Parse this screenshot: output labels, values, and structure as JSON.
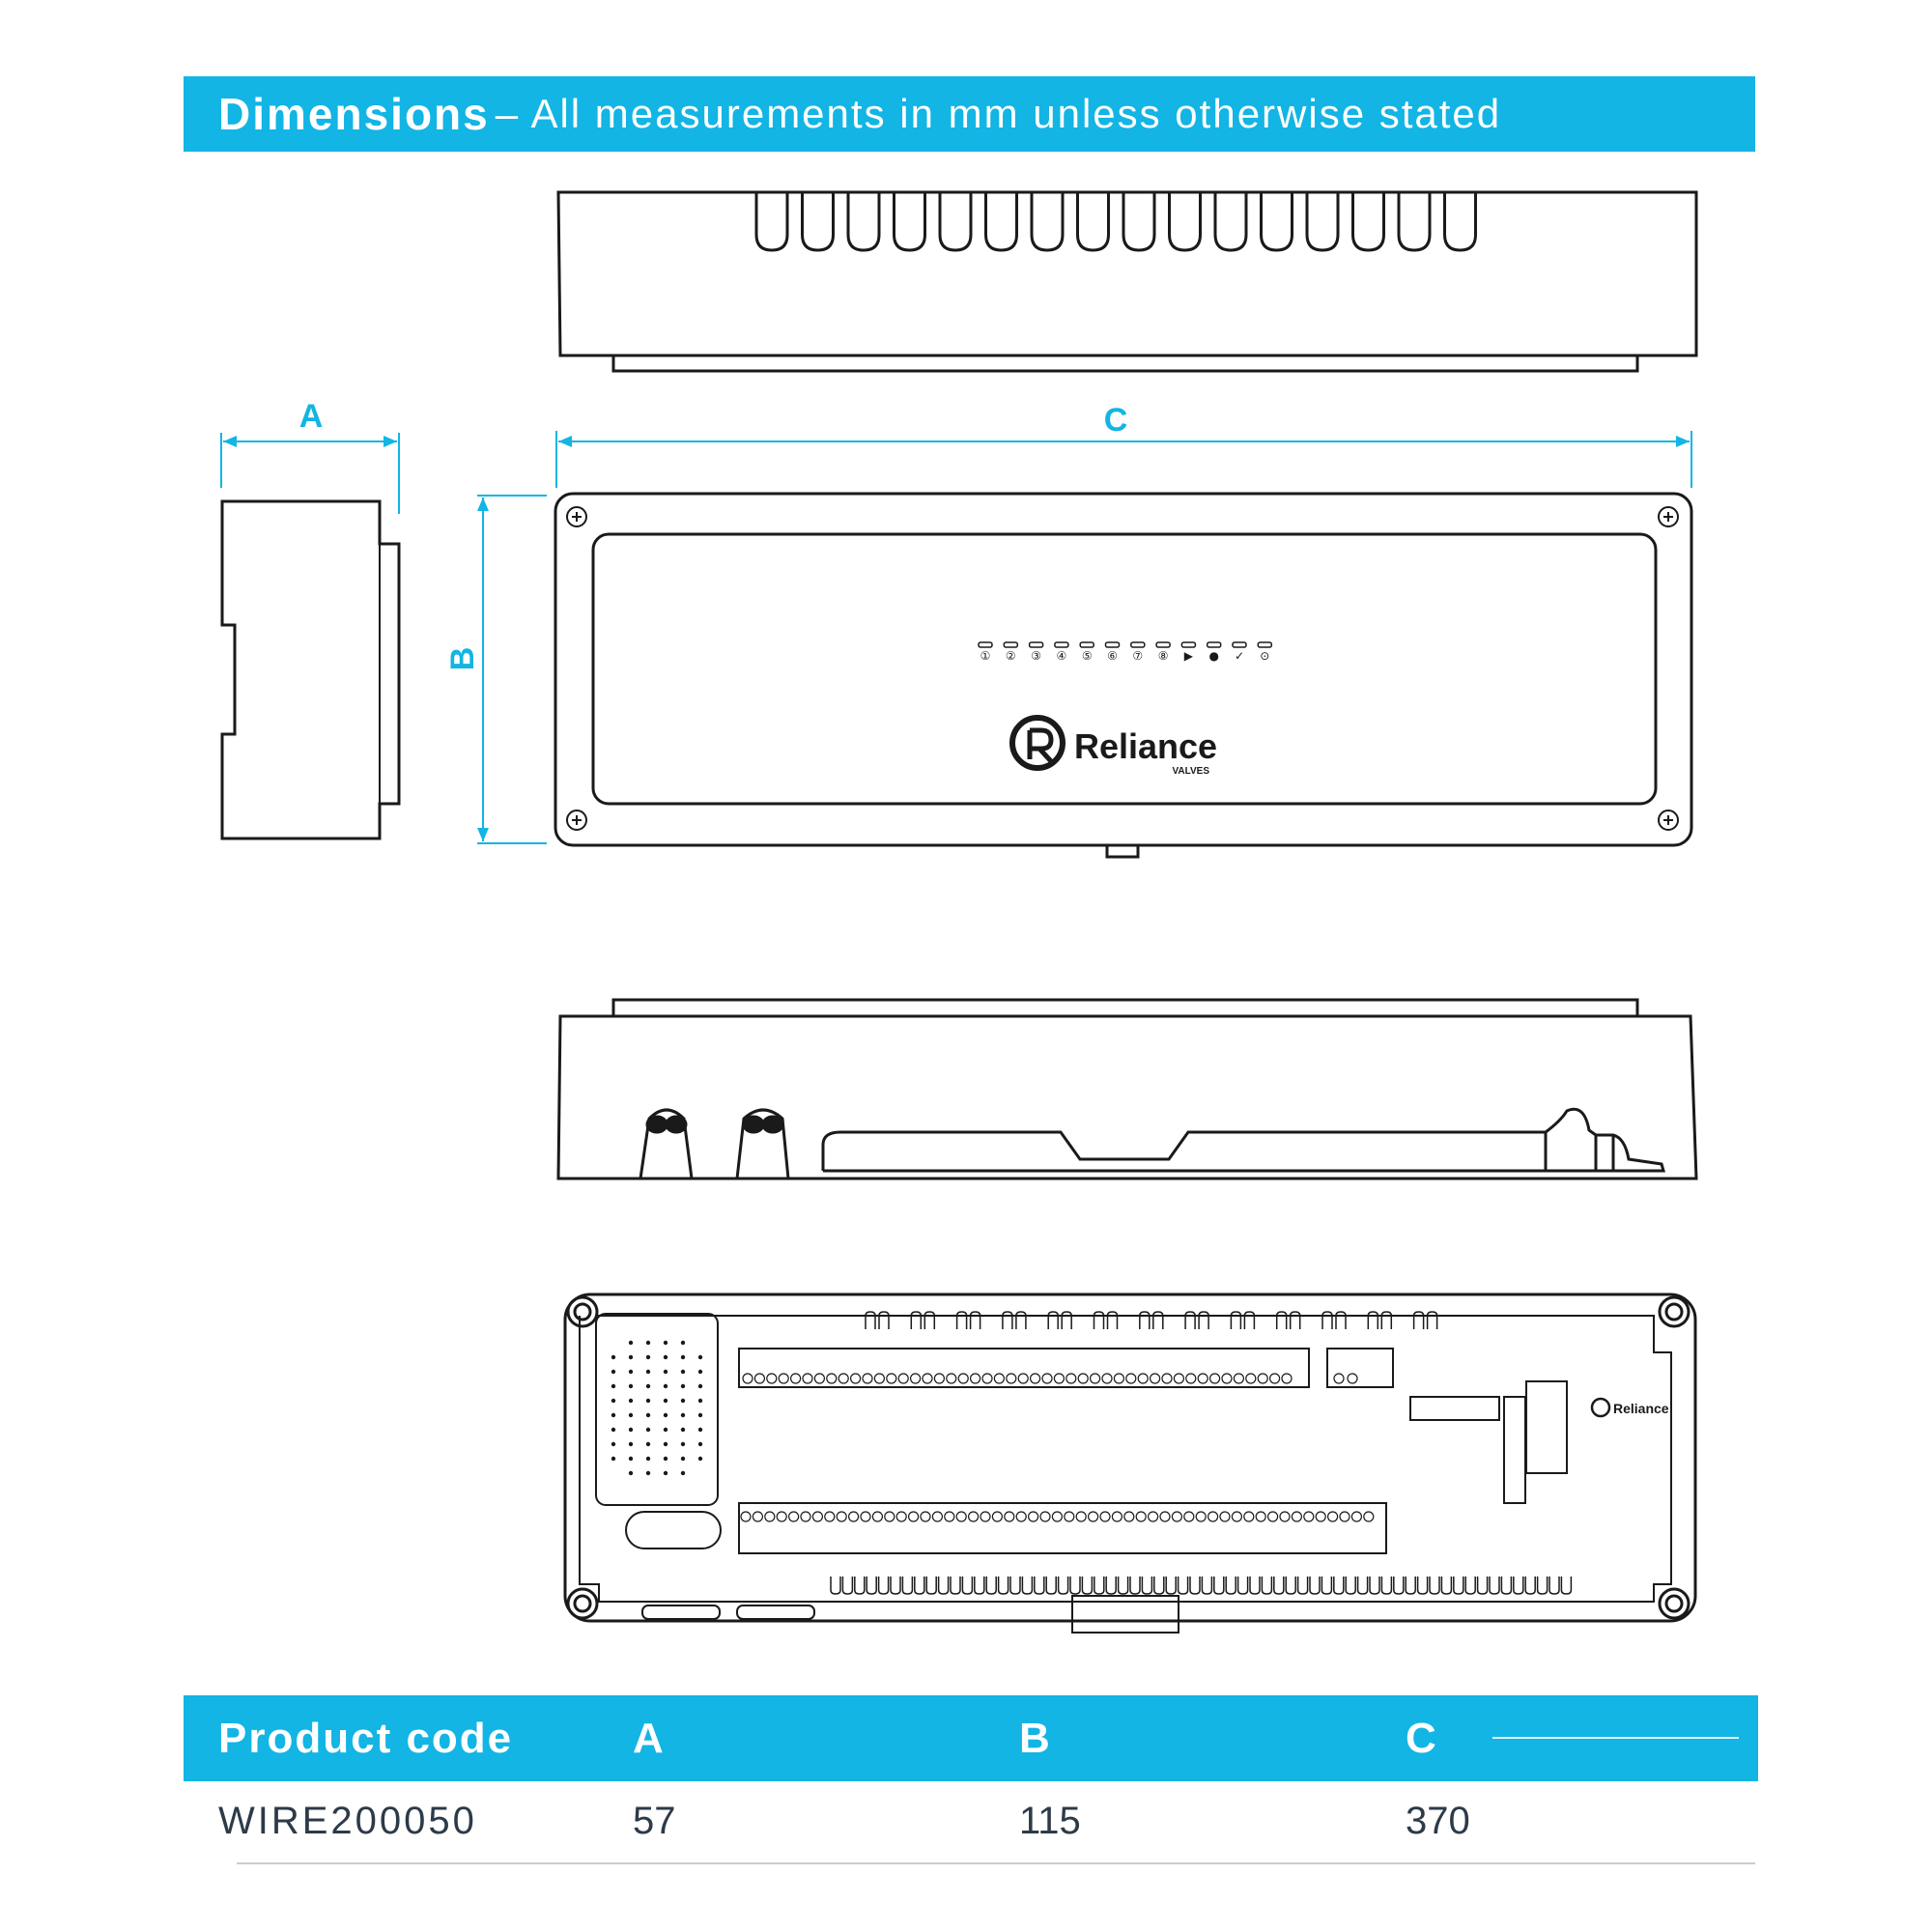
{
  "header": {
    "title": "Dimensions",
    "subtitle": "– All measurements in mm unless otherwise stated"
  },
  "dimension_labels": {
    "a": "A",
    "b": "B",
    "c": "C"
  },
  "device": {
    "brand": "Reliance",
    "brand_sub": "VALVES",
    "led_indicators": [
      "①",
      "②",
      "③",
      "④",
      "⑤",
      "⑥",
      "⑦",
      "⑧",
      "▶",
      "●",
      "✓",
      "⊙"
    ]
  },
  "table": {
    "headers": {
      "code": "Product code",
      "a": "A",
      "b": "B",
      "c": "C"
    },
    "rows": [
      {
        "code": "WIRE200050",
        "a": "57",
        "b": "115",
        "c": "370"
      }
    ]
  },
  "colors": {
    "accent": "#12b5e4",
    "line": "#1a1a1a"
  }
}
